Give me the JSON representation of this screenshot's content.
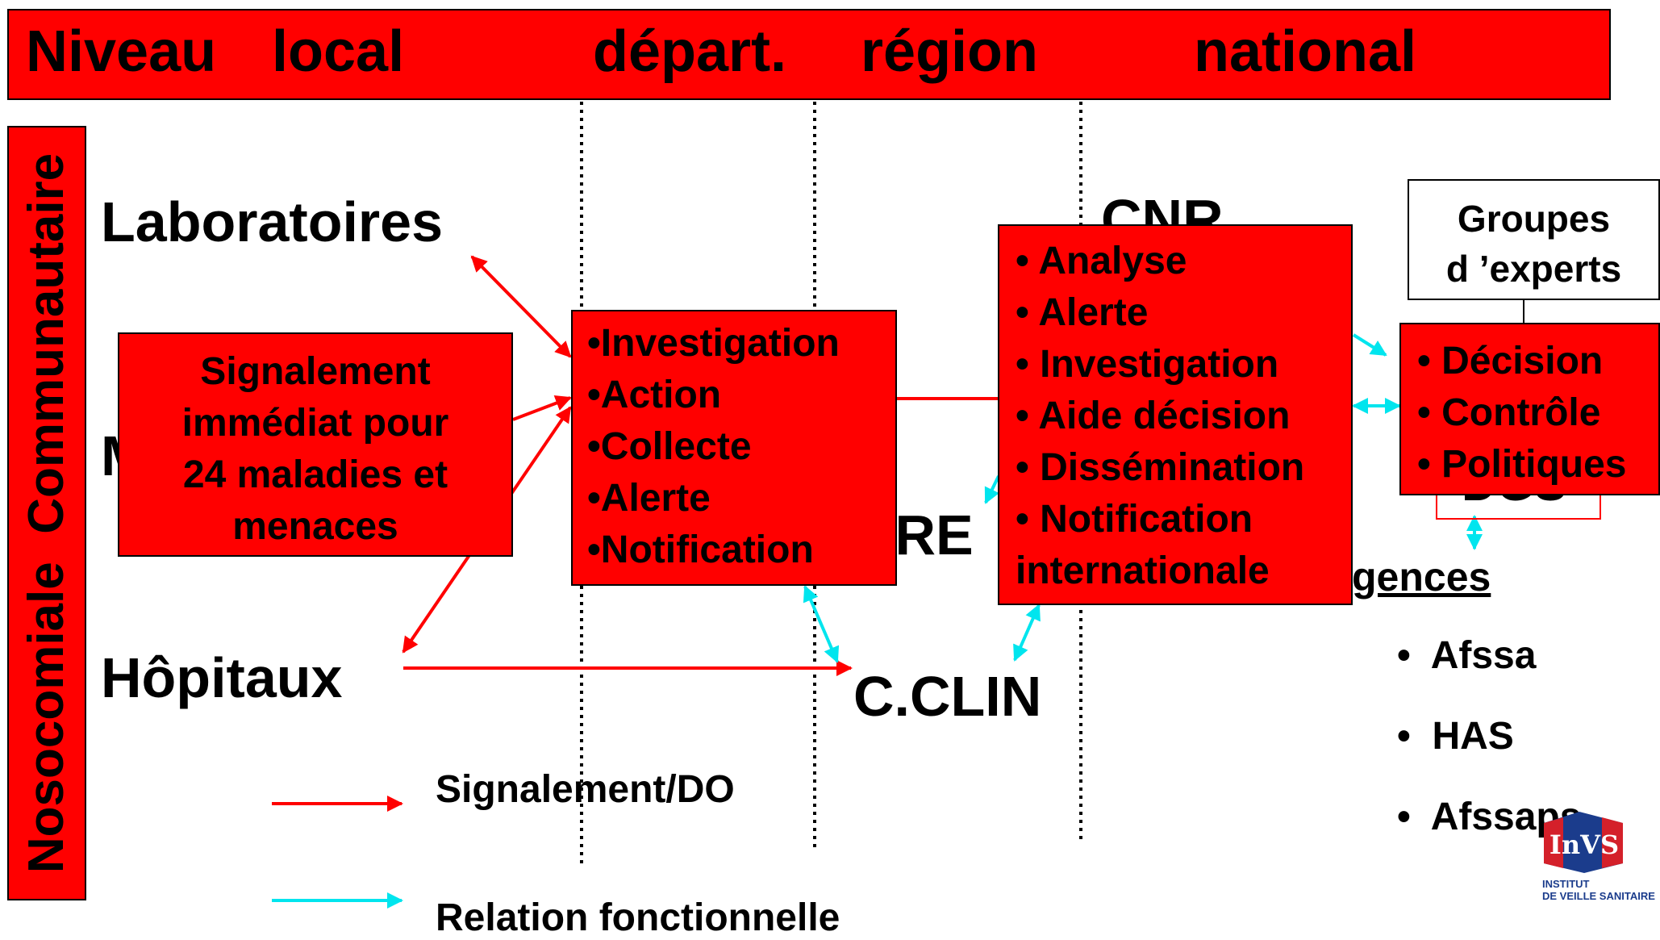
{
  "colors": {
    "red": "#ff0000",
    "cyan": "#00e5ee",
    "black": "#000000"
  },
  "header": {
    "niveau": "Niveau",
    "local": "local",
    "depart": "départ.",
    "region": "région",
    "national": "national"
  },
  "side_label": "Nosocomiale  Communautaire",
  "entities": {
    "laboratoires": "Laboratoires",
    "hopitaux": "Hôpitaux",
    "m_partial": "M",
    "cire_partial": "IRE",
    "cclin": "C.CLIN",
    "cnr_partial": "CNR",
    "dus_partial": "DGS"
  },
  "signalement_box": [
    "Signalement",
    "immédiat pour",
    "24 maladies et",
    "menaces"
  ],
  "departement_box": [
    "•Investigation",
    "•Action",
    "•Collecte",
    "•Alerte",
    "•Notification"
  ],
  "national_box": [
    "• Analyse",
    "• Alerte",
    "• Investigation",
    "• Aide décision",
    "• Dissémination",
    "• Notification",
    "internationale"
  ],
  "groupes_box": [
    "Groupes",
    "d ’experts"
  ],
  "decision_box": [
    "• Décision",
    "• Contrôle",
    "• Politiques"
  ],
  "agences": {
    "title": "gences",
    "items": [
      "•  Afssa",
      "•  HAS",
      "•  Afssaps"
    ]
  },
  "legend": {
    "red_label": "Signalement/DO",
    "cyan_label": "Relation fonctionnelle"
  },
  "logo": {
    "mark": "InVS",
    "line1": "INSTITUT",
    "line2": "DE VEILLE SANITAIRE"
  }
}
